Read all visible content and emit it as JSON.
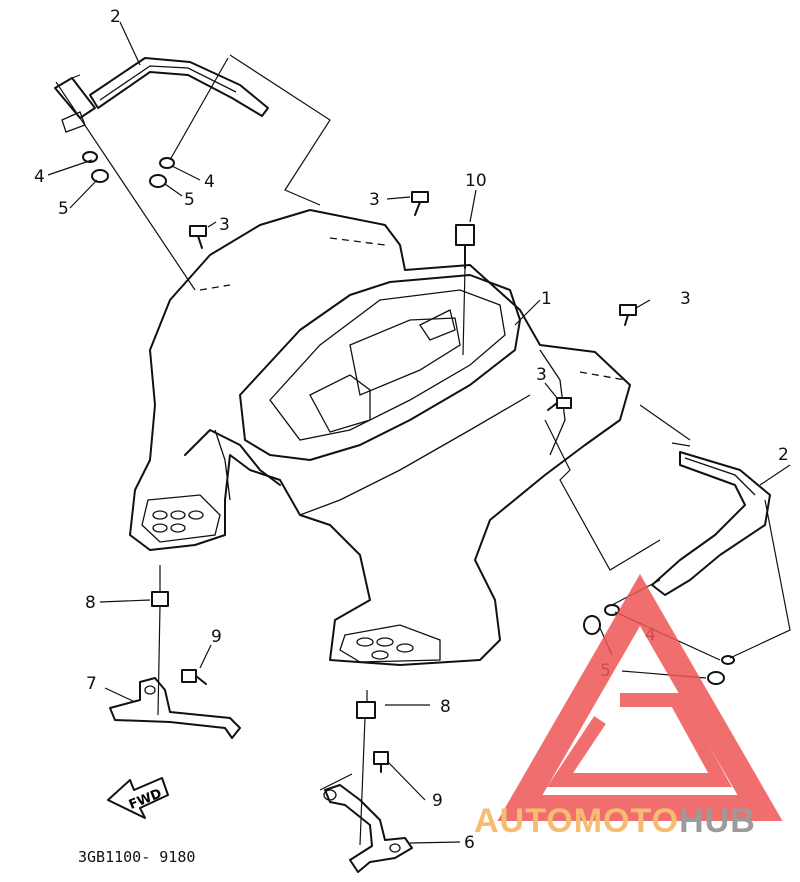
{
  "diagram": {
    "drawing_code": "3GB1100- 9180",
    "fwd_label": "FWD",
    "callouts": {
      "c1": "1",
      "c2a": "2",
      "c2b": "2",
      "c3a": "3",
      "c3b": "3",
      "c3c": "3",
      "c3d": "3",
      "c4a": "4",
      "c4b": "4",
      "c4c": "4",
      "c5a": "5",
      "c5b": "5",
      "c5c": "5",
      "c6": "6",
      "c7": "7",
      "c8a": "8",
      "c8b": "8",
      "c9a": "9",
      "c9b": "9",
      "c10": "10"
    }
  },
  "watermark": {
    "brand_part1": "AUTO",
    "brand_part2": "MOTO",
    "brand_part3": "HUB",
    "colors": {
      "orange": "#f5b15a",
      "red": "#ee5555",
      "gray": "#8a8a8a"
    }
  }
}
